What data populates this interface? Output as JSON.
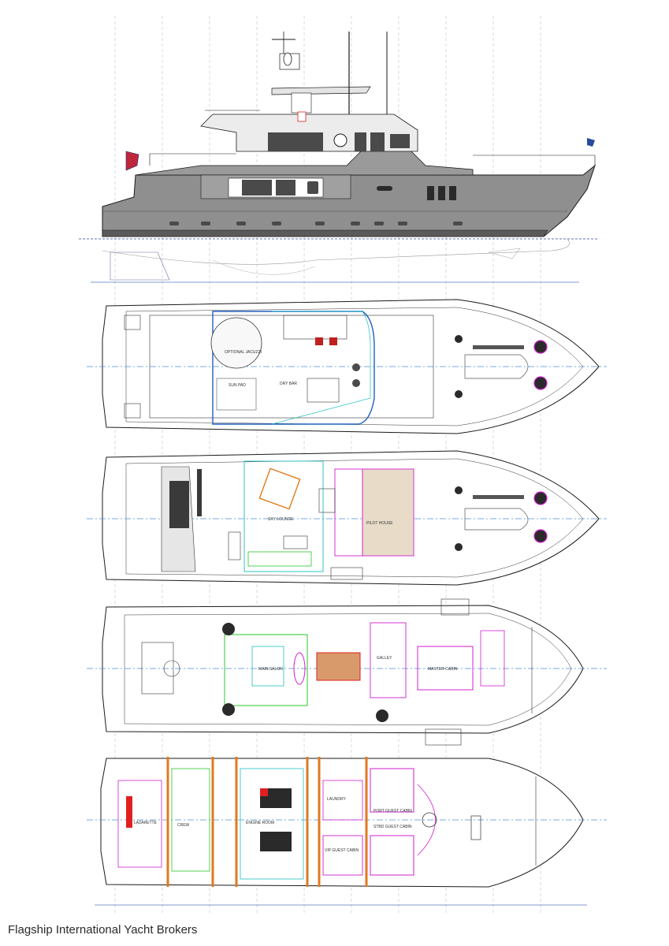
{
  "watermark": "Flagship International Yacht Brokers",
  "views": {
    "profile": "side-elevation",
    "decks": [
      "sun-deck",
      "bridge-deck",
      "main-deck",
      "lower-deck"
    ]
  },
  "room_labels": {
    "sun_deck": [
      "OPTIONAL JACUZZI",
      "DRY BAR",
      "SUN PAD"
    ],
    "bridge_deck": [
      "SKY LOUNGE",
      "PILOT HOUSE"
    ],
    "main_deck": [
      "MAIN SALON",
      "GALLEY",
      "MASTER CABIN"
    ],
    "lower_deck": [
      "LAZARETTE",
      "CREW",
      "ENGINE ROOM",
      "LAUNDRY",
      "PORT GUEST CABIN",
      "STBD GUEST CABIN",
      "VIP GUEST CABIN"
    ]
  },
  "colors": {
    "hull": "#8f8f8f",
    "hull_dark": "#6d6d6d",
    "outline": "#1a1a1a",
    "centerline": "#4a90d9",
    "magenta": "#d01fd0",
    "green": "#28c828",
    "red": "#e02020",
    "cyan": "#20c0c0",
    "orange": "#e07a20"
  }
}
